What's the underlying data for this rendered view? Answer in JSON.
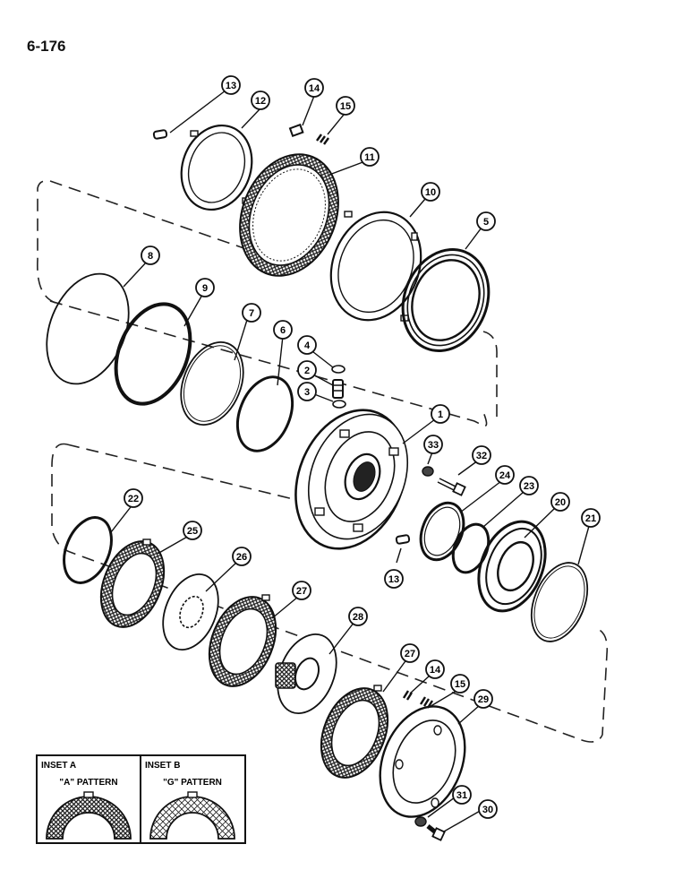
{
  "page": {
    "number": "6-176"
  },
  "callouts": [
    "13",
    "12",
    "14",
    "15",
    "11",
    "10",
    "5",
    "8",
    "9",
    "7",
    "6",
    "4",
    "2",
    "3",
    "1",
    "33",
    "32",
    "24",
    "23",
    "20",
    "21",
    "22",
    "25",
    "26",
    "27",
    "13",
    "28",
    "27",
    "14",
    "15",
    "29",
    "31",
    "30"
  ],
  "insets": [
    {
      "title": "INSET A",
      "caption": "\"A\" PATTERN"
    },
    {
      "title": "INSET B",
      "caption": "\"G\" PATTERN"
    }
  ]
}
